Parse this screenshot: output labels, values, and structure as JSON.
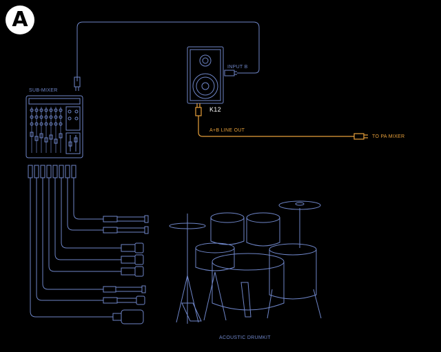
{
  "badge": "A",
  "labels": {
    "sub_mixer": "SUB-MIXER",
    "input_b": "INPUT B",
    "speaker": "K12",
    "line_out": "A+B LINE OUT",
    "to_pa": "TO PA MIXER",
    "drumkit": "ACOUSTIC DRUMKIT"
  },
  "colors": {
    "background": "#000000",
    "line_art": "#6f86c9",
    "signal_out": "#e8a13b",
    "badge": "#ffffff"
  }
}
